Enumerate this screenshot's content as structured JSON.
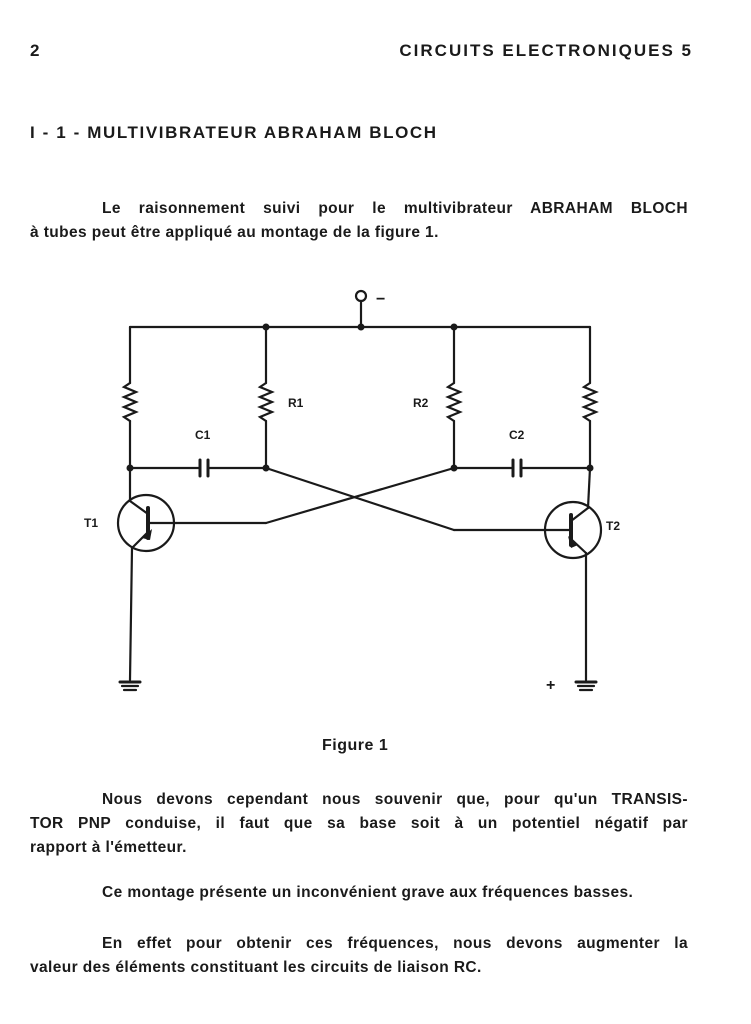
{
  "header": {
    "page_number": "2",
    "running_title": "CIRCUITS ELECTRONIQUES 5"
  },
  "section": {
    "heading": "I - 1 - MULTIVIBRATEUR ABRAHAM BLOCH"
  },
  "paragraphs": {
    "p1_line1": "Le raisonnement suivi pour le multivibrateur ABRAHAM BLOCH",
    "p1_line2": "à tubes peut être appliqué au montage de la figure 1.",
    "p2_line1": "Nous devons cependant nous souvenir que, pour qu'un TRANSIS-",
    "p2_line2": "TOR PNP conduise, il faut que sa base soit à un potentiel négatif par",
    "p2_line3": "rapport à l'émetteur.",
    "p3_line1": "Ce montage présente un inconvénient grave aux fréquences basses.",
    "p4_line1": "En effet pour obtenir ces fréquences, nous devons augmenter la",
    "p4_line2": "valeur des éléments constituant les circuits de liaison RC."
  },
  "figure": {
    "caption": "Figure 1",
    "labels": {
      "supply_minus": "−",
      "ground_plus": "+",
      "r1": "R1",
      "r2": "R2",
      "c1": "C1",
      "c2": "C2",
      "t1": "T1",
      "t2": "T2"
    }
  }
}
